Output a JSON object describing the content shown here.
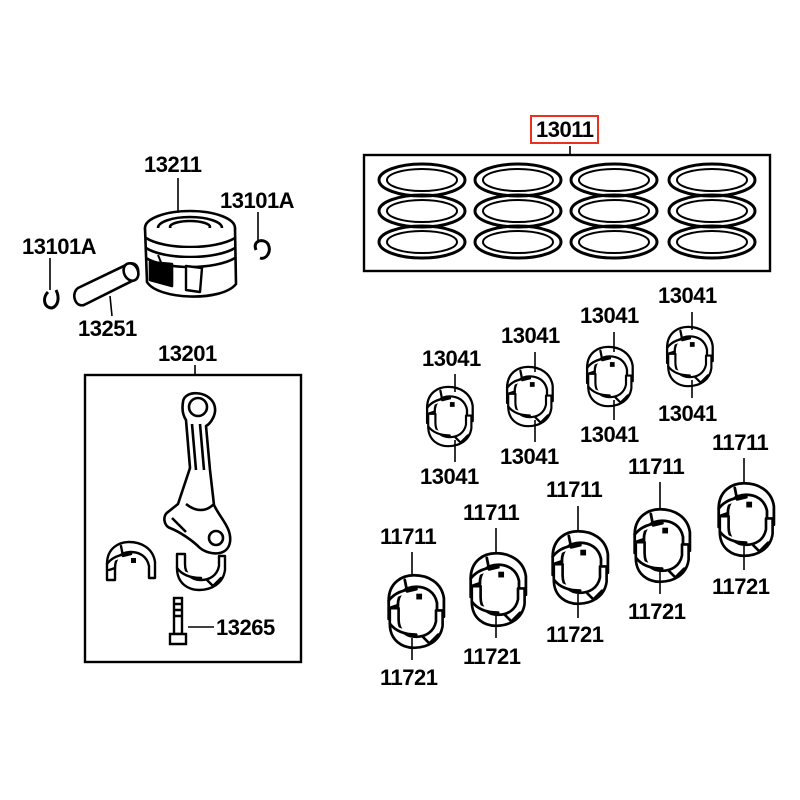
{
  "colors": {
    "ink": "#000000",
    "highlight": "#e8311f",
    "background": "#ffffff"
  },
  "labels": {
    "piston": "13211",
    "snap_ring_right": "13101A",
    "snap_ring_left": "13101A",
    "piston_pin": "13251",
    "connecting_rod_assembly": "13201",
    "rod_bolt": "13265",
    "ring_set": "13011",
    "rod_bearing": "13041",
    "main_bearing_upper": "11711",
    "main_bearing_lower": "11721"
  },
  "highlighted_part": "13011"
}
